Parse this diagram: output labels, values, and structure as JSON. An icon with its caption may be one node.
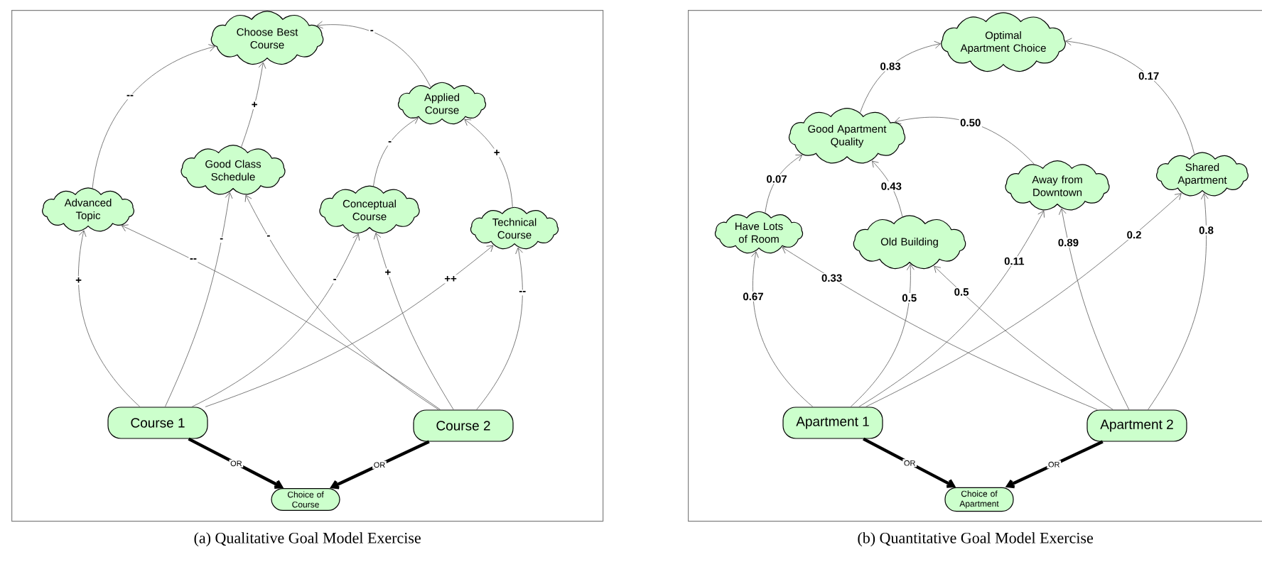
{
  "diagram": {
    "nodes": [
      {
        "text": [
          "(a) Qualitative Goal Model Exercise"
        ]
      },
      {
        "text": [
          "Choose Best Course"
        ],
        "in": 0
      },
      {
        "text": [
          "Applied Course"
        ],
        "in": 0
      },
      {
        "text": [
          "Good Class Schedule"
        ],
        "in": 0
      },
      {
        "text": [
          "Advanced Topic"
        ],
        "in": 0
      },
      {
        "text": [
          "Conceptual Course"
        ],
        "in": 0
      },
      {
        "text": [
          "Technical Course"
        ],
        "in": 0
      },
      {
        "text": [
          "Course 1"
        ],
        "in": 0
      },
      {
        "text": [
          "Course 2"
        ],
        "in": 0
      },
      {
        "text": [
          "Choice of Course"
        ],
        "in": 0
      },
      {
        "text": [
          "(b) Quantitative Goal Model Exercise"
        ]
      },
      {
        "text": [
          "Optimal Apartment Choice"
        ],
        "in": 10
      },
      {
        "text": [
          "Good Apartment Quality"
        ],
        "in": 10
      },
      {
        "text": [
          "Away from Downtown"
        ],
        "in": 10
      },
      {
        "text": [
          "Shared Apartment"
        ],
        "in": 10
      },
      {
        "text": [
          "Have Lots of Room"
        ],
        "in": 10
      },
      {
        "text": [
          "Old Building"
        ],
        "in": 10
      },
      {
        "text": [
          "Apartment 1"
        ],
        "in": 10
      },
      {
        "text": [
          "Apartment 2"
        ],
        "in": 10
      },
      {
        "text": [
          "Choice of Apartment"
        ],
        "in": 10
      }
    ],
    "edges": [
      {
        "from": 4,
        "to": 1,
        "arrow": "to",
        "label": "--"
      },
      {
        "from": 3,
        "to": 1,
        "arrow": "to",
        "label": "+"
      },
      {
        "from": 2,
        "to": 1,
        "arrow": "to",
        "label": "-"
      },
      {
        "from": 5,
        "to": 2,
        "arrow": "to",
        "label": "-"
      },
      {
        "from": 6,
        "to": 2,
        "arrow": "to",
        "label": "+"
      },
      {
        "from": 7,
        "to": 4,
        "arrow": "to",
        "label": "+"
      },
      {
        "from": 8,
        "to": 4,
        "arrow": "to",
        "label": "--"
      },
      {
        "from": 7,
        "to": 3,
        "arrow": "to",
        "label": "-"
      },
      {
        "from": 8,
        "to": 3,
        "arrow": "to",
        "label": "-"
      },
      {
        "from": 7,
        "to": 5,
        "arrow": "to",
        "label": "-"
      },
      {
        "from": 8,
        "to": 5,
        "arrow": "to",
        "label": "+"
      },
      {
        "from": 7,
        "to": 6,
        "arrow": "to",
        "label": "++"
      },
      {
        "from": 8,
        "to": 6,
        "arrow": "to",
        "label": "--"
      },
      {
        "from": 7,
        "to": 9,
        "arrow": "to",
        "label": "OR",
        "style": "thick"
      },
      {
        "from": 8,
        "to": 9,
        "arrow": "to",
        "label": "OR",
        "style": "thick"
      },
      {
        "from": 12,
        "to": 11,
        "arrow": "to",
        "label": "0.83"
      },
      {
        "from": 14,
        "to": 11,
        "arrow": "to",
        "label": "0.17"
      },
      {
        "from": 13,
        "to": 12,
        "arrow": "to",
        "label": "0.50"
      },
      {
        "from": 16,
        "to": 12,
        "arrow": "to",
        "label": "0.43"
      },
      {
        "from": 15,
        "to": 12,
        "arrow": "to",
        "label": "0.07"
      },
      {
        "from": 17,
        "to": 15,
        "arrow": "to",
        "label": "0.67"
      },
      {
        "from": 18,
        "to": 15,
        "arrow": "to",
        "label": "0.33"
      },
      {
        "from": 17,
        "to": 16,
        "arrow": "to",
        "label": "0.5"
      },
      {
        "from": 18,
        "to": 16,
        "arrow": "to",
        "label": "0.5"
      },
      {
        "from": 17,
        "to": 13,
        "arrow": "to",
        "label": "0.11"
      },
      {
        "from": 18,
        "to": 13,
        "arrow": "to",
        "label": "0.89"
      },
      {
        "from": 17,
        "to": 14,
        "arrow": "to",
        "label": "0.2"
      },
      {
        "from": 18,
        "to": 14,
        "arrow": "to",
        "label": "0.8"
      },
      {
        "from": 17,
        "to": 19,
        "arrow": "to",
        "label": "OR",
        "style": "thick"
      },
      {
        "from": 18,
        "to": 19,
        "arrow": "to",
        "label": "OR",
        "style": "thick"
      }
    ]
  }
}
